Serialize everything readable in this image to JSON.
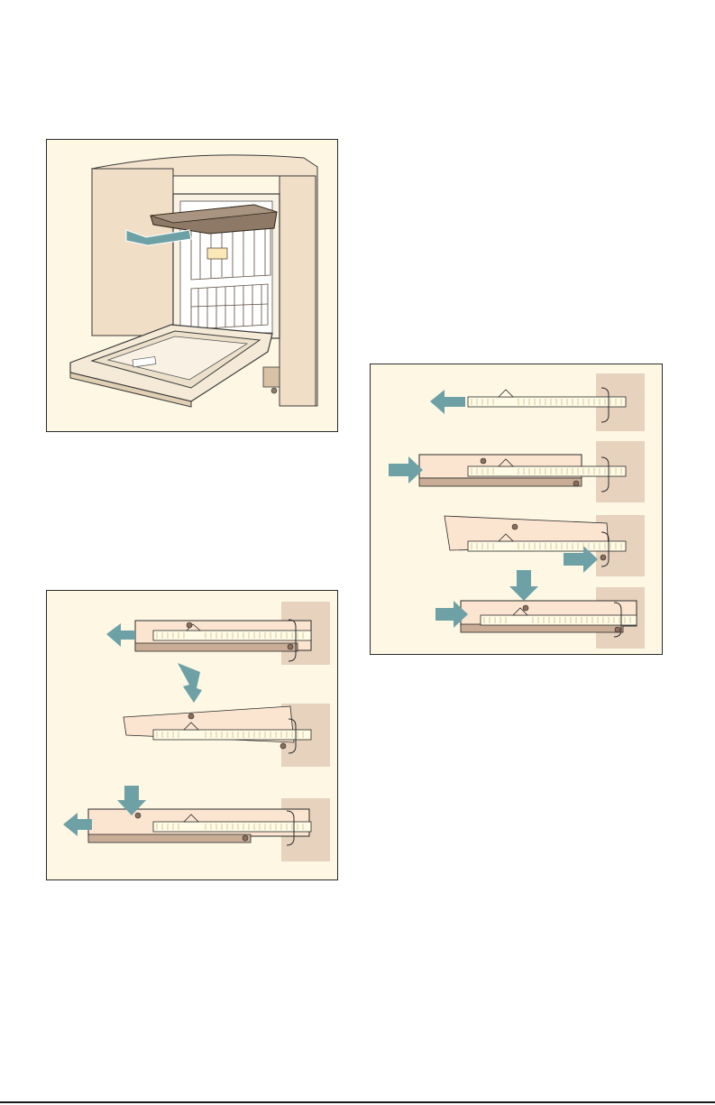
{
  "page": {
    "type": "installation manual page",
    "text": []
  },
  "figures": [
    {
      "id": "dishwasher-upper-rack",
      "icon": "dishwasher-illustration"
    },
    {
      "id": "rack-adjust-sequence-a",
      "steps": 3,
      "icon": "rail-slide-diagram"
    },
    {
      "id": "rack-adjust-sequence-b",
      "steps": 4,
      "icon": "rail-slide-diagram"
    }
  ],
  "colors": {
    "panel_fill": "#fdf7e4",
    "cabinet": "#f1dec6",
    "wall": "#e6d2bd",
    "rail": "#fffbe6",
    "rail_tick": "#d8c79c",
    "arrow": "#6ea1a6",
    "rack_body": "#fbe5d0",
    "rack_shadow": "#c9ad96",
    "outline": "#2b2b2b"
  }
}
